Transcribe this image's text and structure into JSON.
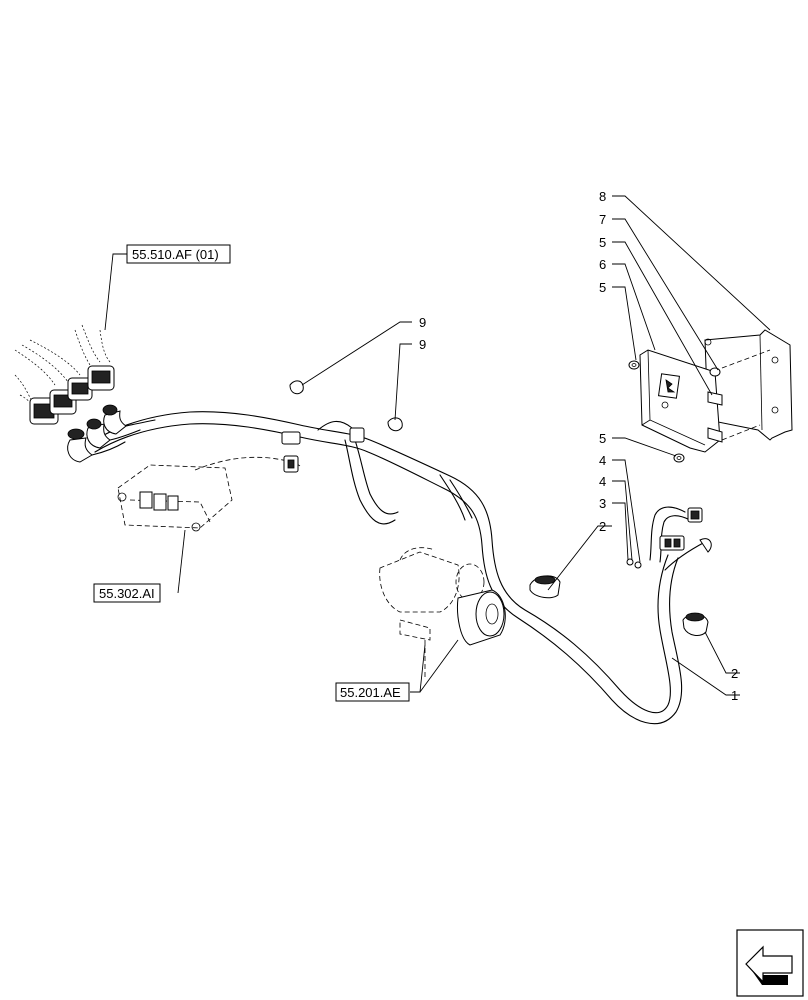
{
  "callouts": [
    {
      "id": "c8",
      "label": "8"
    },
    {
      "id": "c7",
      "label": "7"
    },
    {
      "id": "c5a",
      "label": "5"
    },
    {
      "id": "c6",
      "label": "6"
    },
    {
      "id": "c5b",
      "label": "5"
    },
    {
      "id": "c9a",
      "label": "9"
    },
    {
      "id": "c9b",
      "label": "9"
    },
    {
      "id": "c5c",
      "label": "5"
    },
    {
      "id": "c4a",
      "label": "4"
    },
    {
      "id": "c4b",
      "label": "4"
    },
    {
      "id": "c3",
      "label": "3"
    },
    {
      "id": "c2a",
      "label": "2"
    },
    {
      "id": "c2b",
      "label": "2"
    },
    {
      "id": "c1",
      "label": "1"
    }
  ],
  "references": [
    {
      "id": "ref_af",
      "label": "55.510.AF (01)"
    },
    {
      "id": "ref_ai",
      "label": "55.302.AI"
    },
    {
      "id": "ref_ae",
      "label": "55.201.AE"
    }
  ],
  "nav_icon": "previous-page-arrow-icon"
}
